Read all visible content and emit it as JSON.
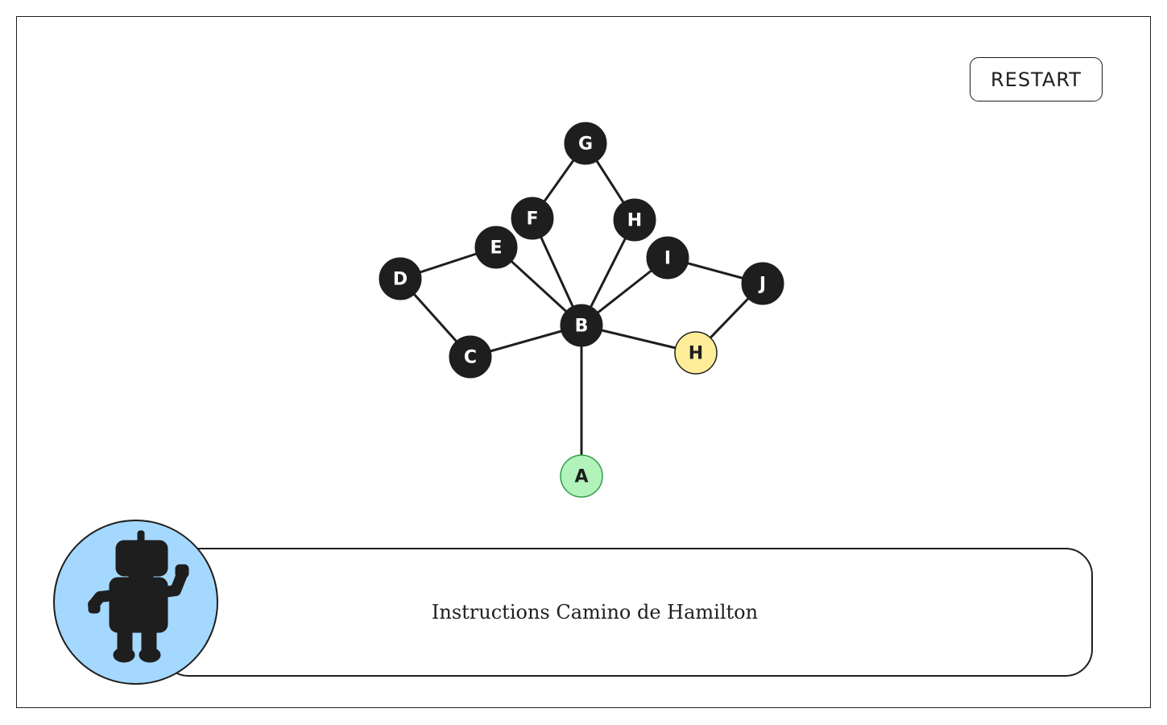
{
  "restart_button": {
    "label": "RESTART"
  },
  "instructions": {
    "text": "Instructions Camino de Hamilton"
  },
  "avatar": {
    "icon": "robot-icon",
    "background": "#a5d8ff"
  },
  "graph": {
    "colors": {
      "default_fill": "#1e1e1e",
      "default_text": "#ffffff",
      "start_fill": "#b2f2bb",
      "start_stroke": "#2f9e44",
      "current_fill": "#ffec99",
      "current_stroke": "#1e1e1e",
      "dark_text": "#1e1e1e"
    },
    "nodes": [
      {
        "id": "G",
        "label": "G",
        "state": "default"
      },
      {
        "id": "F",
        "label": "F",
        "state": "default"
      },
      {
        "id": "H1",
        "label": "H",
        "state": "default"
      },
      {
        "id": "E",
        "label": "E",
        "state": "default"
      },
      {
        "id": "I",
        "label": "I",
        "state": "default"
      },
      {
        "id": "D",
        "label": "D",
        "state": "default"
      },
      {
        "id": "J",
        "label": "J",
        "state": "default"
      },
      {
        "id": "B",
        "label": "B",
        "state": "default"
      },
      {
        "id": "C",
        "label": "C",
        "state": "default"
      },
      {
        "id": "H2",
        "label": "H",
        "state": "current"
      },
      {
        "id": "A",
        "label": "A",
        "state": "start"
      }
    ],
    "edges": [
      [
        "G",
        "F"
      ],
      [
        "G",
        "H1"
      ],
      [
        "F",
        "B"
      ],
      [
        "H1",
        "B"
      ],
      [
        "E",
        "B"
      ],
      [
        "I",
        "B"
      ],
      [
        "D",
        "E"
      ],
      [
        "D",
        "C"
      ],
      [
        "C",
        "B"
      ],
      [
        "B",
        "H2"
      ],
      [
        "I",
        "J"
      ],
      [
        "J",
        "H2"
      ],
      [
        "B",
        "A"
      ]
    ]
  }
}
